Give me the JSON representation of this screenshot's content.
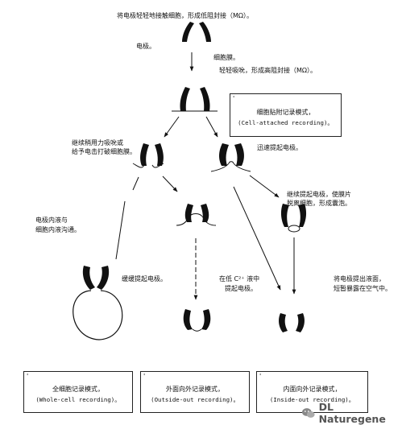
{
  "steps": {
    "intro": "将电极轻轻地接触细胞，形成低阻封接（MΩ）。",
    "electrode": "电极。",
    "membrane": "细胞膜。",
    "suction": "轻轻吸吮，形成高阻封接（MΩ）。",
    "break_line1": "继续稍用力吸吮或",
    "break_line2": "给予电击打破细胞膜。",
    "lift_fast": "迅速提起电极。",
    "lift_more_line1": "继续提起电极，使膜片",
    "lift_more_line2": "脱离细胞，形成囊泡。",
    "mix_line1": "电极内液与",
    "mix_line2": "细胞内液沟通。",
    "slow_lift": "缓缓提起电极。",
    "low_ca_line1": "在低 C²⁺ 液中",
    "low_ca_line2": "提起电极。",
    "air_line1": "将电极提出液面，",
    "air_line2": "短暂暴露在空气中。"
  },
  "boxes": {
    "cell_attached": {
      "zh": "细胞贴附记录模式，",
      "en": "(Cell-attached recording)。"
    },
    "whole_cell": {
      "zh": "全细胞记录模式，",
      "en": "(Whole-cell recording)。"
    },
    "outside_out": {
      "zh": "外面向外记录模式，",
      "en": "(Outside-out recording)。"
    },
    "inside_out": {
      "zh": "内面向外记录模式，",
      "en": "(Inside-out recording)。"
    }
  },
  "watermark": {
    "text": "DL Naturegene",
    "icon": "wechat-icon"
  }
}
